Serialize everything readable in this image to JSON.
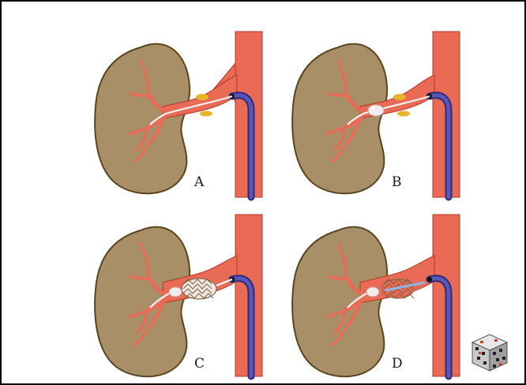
{
  "panels": [
    {
      "label": "A",
      "stage": "guidewire-only"
    },
    {
      "label": "B",
      "stage": "balloon-inflated"
    },
    {
      "label": "C",
      "stage": "stent-expanded"
    },
    {
      "label": "D",
      "stage": "stent-deployed-balloon-withdrawn"
    }
  ],
  "colors": {
    "kidney": "#a88f68",
    "kidney_stroke": "#5a4520",
    "artery": "#e96a55",
    "artery_dark": "#c2422f",
    "catheter": "#4e4aa8",
    "plaque": "#e8b52a",
    "guidewire": "#e9e9ef",
    "stent": "#7a6040"
  },
  "icons": [
    "kidney-icon",
    "aorta-icon",
    "catheter-icon",
    "stent-icon",
    "cube-logo-icon"
  ]
}
